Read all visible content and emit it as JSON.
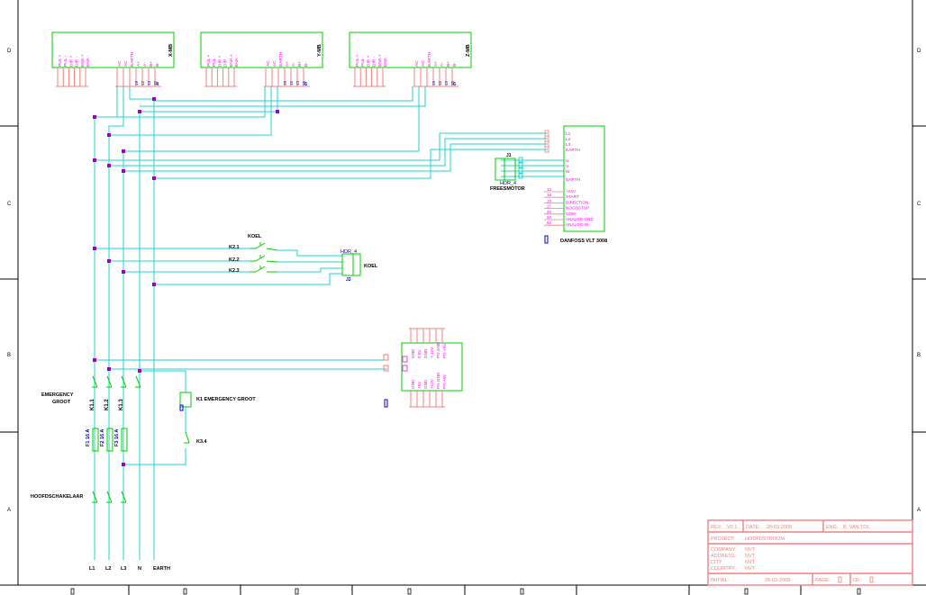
{
  "colors": {
    "wire": "#22d3d3",
    "component": "#00cc00",
    "pin": "#ff00ff",
    "text": "#000000",
    "blue": "#0000cc",
    "titleblock": "#f08080",
    "node": "#9900cc",
    "frame": "#000000"
  },
  "border": {
    "rows": [
      "D",
      "C",
      "B",
      "A"
    ]
  },
  "drivers": [
    {
      "name": "X-MB",
      "num": "4",
      "left_pins": [
        "PUL +",
        "PUL -",
        "DIR +",
        "DIR -",
        "ENA +",
        "ENA -"
      ],
      "right_pins": [
        "AC",
        "AC",
        "EARTH",
        "A+",
        "A-",
        "B+",
        "B-"
      ],
      "terms": [
        "19",
        "12",
        "13",
        "15"
      ]
    },
    {
      "name": "Y-MB",
      "num": "5",
      "left_pins": [
        "PUL +",
        "PUL -",
        "DIR +",
        "DIR -",
        "ENA +",
        "ENA -"
      ],
      "right_pins": [
        "AC",
        "AC",
        "EARTH",
        "A+",
        "A-",
        "B+",
        "B-"
      ],
      "terms": [
        "19",
        "12",
        "13",
        "15"
      ]
    },
    {
      "name": "Z-MB",
      "num": "6",
      "left_pins": [
        "PUL +",
        "PUL -",
        "DIR +",
        "DIR -",
        "ENA +",
        "ENA -"
      ],
      "right_pins": [
        "AC",
        "AC",
        "EARTH",
        "A+",
        "A-",
        "B+",
        "B-"
      ],
      "terms": [
        "19",
        "12",
        "13",
        "15"
      ]
    }
  ],
  "vfd": {
    "label": "DANFOSS VLT 3008",
    "top_pins": [
      "L1",
      "L2",
      "L3",
      "EARTH"
    ],
    "motor_pins": [
      "U",
      "V",
      "W",
      "EARTH"
    ],
    "ctrl_terms": [
      "12",
      "18",
      "19",
      "27",
      "20",
      "50",
      "60"
    ],
    "ctrl_pins": [
      "+24V",
      "START",
      "DIRECTION",
      "NOODSTOP",
      "COM",
      "ANALOG GND",
      "ANALOG IN"
    ]
  },
  "motor": {
    "j_label": "J1",
    "hdr_label": "HDR_4",
    "name": "FREESMOTOR"
  },
  "koel": {
    "title": "KOEL",
    "contacts": [
      "K2.1",
      "K2.2",
      "K2.3"
    ],
    "hdr_label": "HDR_4",
    "j_label": "J2",
    "name": "KOEL"
  },
  "psu": {
    "top_pins": [
      "GND",
      "0 5V",
      "GND",
      "+ 12V",
      "PG GND",
      "PG +5V"
    ],
    "bottom_pins": [
      "GND",
      "+5V",
      "GND",
      "+12V",
      "PG GND",
      "PG +5V"
    ]
  },
  "emergency": {
    "label_1": "EMERGENCY",
    "label_2": "GROOT",
    "contacts": [
      "K1.1",
      "K1.2",
      "K1.3"
    ],
    "coil_label": "K1 EMERGENCY GROOT",
    "aux_contact": "K3.4"
  },
  "fuses": [
    "F1 16 A",
    "F2 16 A",
    "F3 16 A"
  ],
  "main_switch": "HOOFDSCHAKELAAR",
  "supply": [
    "L1",
    "L2",
    "L3",
    "N",
    "EARTH"
  ],
  "titleblock": {
    "rev_label": "REV:",
    "rev": "V0.1",
    "date_label": "DATE:",
    "date": "28-03-2008",
    "eng_label": "ENG:",
    "eng": "B. VAN TOL",
    "project_label": "PROJECT:",
    "project": "HOOFDSTROOM",
    "company_label": "COMPANY:",
    "company": "NVT",
    "address_label": "ADDRESS:",
    "address": "NVT",
    "city_label": "CITY",
    "city": "NVT",
    "country_label": "COUNTRY:",
    "country": "NVT",
    "initial_label": "INITIAL:",
    "initial_date": "28-03-2008",
    "page_label": "PAGE:",
    "page": "",
    "of_label": "OF:",
    "of": ""
  }
}
